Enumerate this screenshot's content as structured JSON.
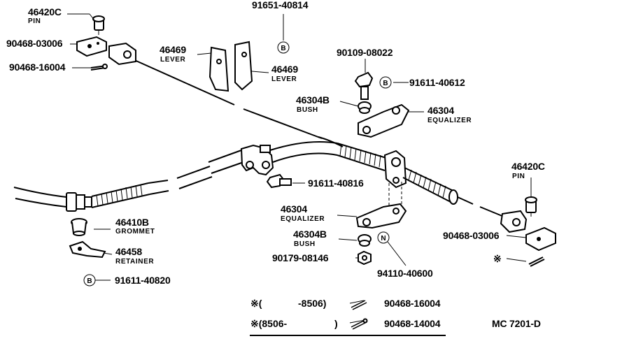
{
  "callouts": [
    {
      "part_no": "46420C",
      "name": "PIN"
    },
    {
      "part_no": "90468-03006"
    },
    {
      "part_no": "90468-16004"
    },
    {
      "part_no": "91651-40814"
    },
    {
      "part_no": "46469",
      "name": "LEVER"
    },
    {
      "part_no": "46469",
      "name": "LEVER"
    },
    {
      "part_no": "90109-08022"
    },
    {
      "part_no": "91611-40612"
    },
    {
      "part_no": "46304B",
      "name": "BUSH"
    },
    {
      "part_no": "46304",
      "name": "EQUALIZER"
    },
    {
      "part_no": "46420C",
      "name": "PIN"
    },
    {
      "part_no": "91611-40816"
    },
    {
      "part_no": "46304",
      "name": "EQUALIZER"
    },
    {
      "part_no": "46304B",
      "name": "BUSH"
    },
    {
      "part_no": "90179-08146"
    },
    {
      "part_no": "94110-40600"
    },
    {
      "part_no": "90468-03006"
    },
    {
      "part_no": "46410B",
      "name": "GROMMET"
    },
    {
      "part_no": "46458",
      "name": "RETAINER"
    },
    {
      "part_no": "91611-40820"
    }
  ],
  "markers": {
    "b": "B",
    "n": "N",
    "star": "※"
  },
  "footnotes": [
    {
      "range_open": "※(",
      "range_end": "-8506)",
      "part_no": "90468-16004"
    },
    {
      "range_open": "※(8506-",
      "range_end": ")",
      "part_no": "90468-14004"
    }
  ],
  "diagram_code": "MC 7201-D"
}
